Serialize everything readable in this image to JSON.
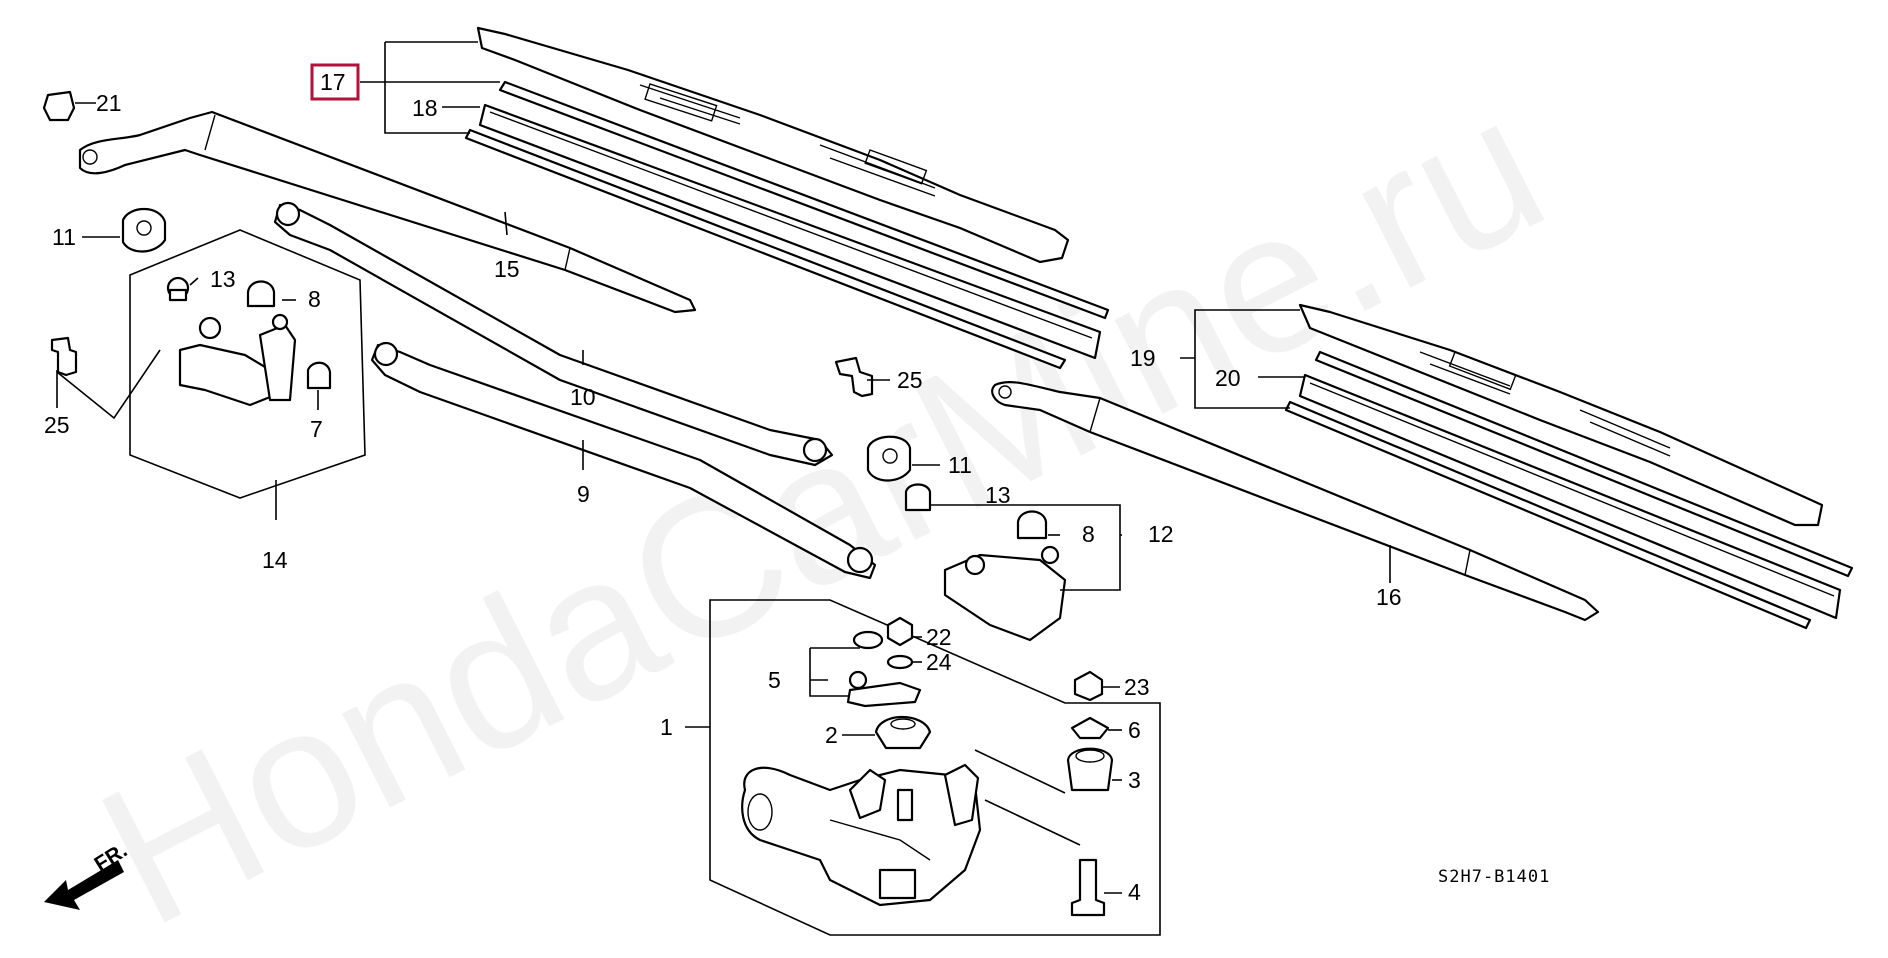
{
  "diagram": {
    "watermark": "HondaCarMine.ru",
    "code": "S2H7-B1401",
    "front_label": "FR.",
    "highlighted_part": "17",
    "colors": {
      "highlight": "#b0123a",
      "line": "#000000",
      "background": "#ffffff"
    },
    "parts": [
      "1",
      "2",
      "3",
      "4",
      "5",
      "6",
      "7",
      "8",
      "8",
      "9",
      "10",
      "11",
      "11",
      "12",
      "13",
      "13",
      "14",
      "15",
      "16",
      "17",
      "18",
      "19",
      "20",
      "21",
      "22",
      "23",
      "24",
      "25",
      "25"
    ]
  }
}
